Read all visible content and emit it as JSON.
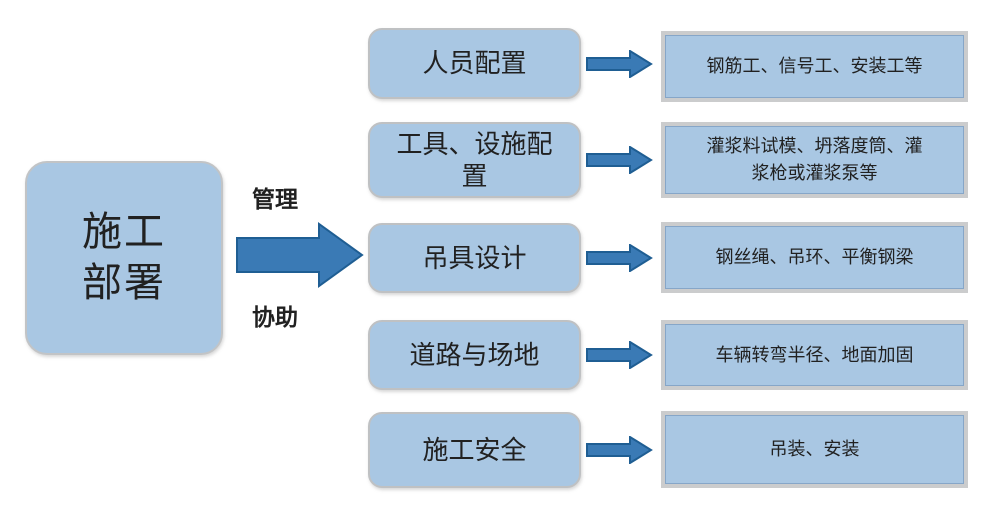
{
  "diagram": {
    "root": {
      "label": "施工部署",
      "lines": [
        "施工",
        "部署"
      ]
    },
    "main_arrow": {
      "top_label": "管理",
      "bottom_label": "协助"
    },
    "rows": [
      {
        "category": "人员配置",
        "detail": "钢筋工、信号工、安装工等"
      },
      {
        "category": "工具、设施配置",
        "detail": "灌浆料试模、坍落度筒、灌浆枪或灌浆泵等"
      },
      {
        "category": "吊具设计",
        "detail": "钢丝绳、吊环、平衡钢梁"
      },
      {
        "category": "道路与场地",
        "detail": "车辆转弯半径、地面加固"
      },
      {
        "category": "施工安全",
        "detail": "吊装、安装"
      }
    ],
    "colors": {
      "node_fill": "#a9c7e3",
      "node_border": "#bfc1c3",
      "detail_border": "#cbcccd",
      "arrow_fill": "#3a7ab5",
      "arrow_stroke": "#1f5e93",
      "text": "#212121"
    }
  }
}
